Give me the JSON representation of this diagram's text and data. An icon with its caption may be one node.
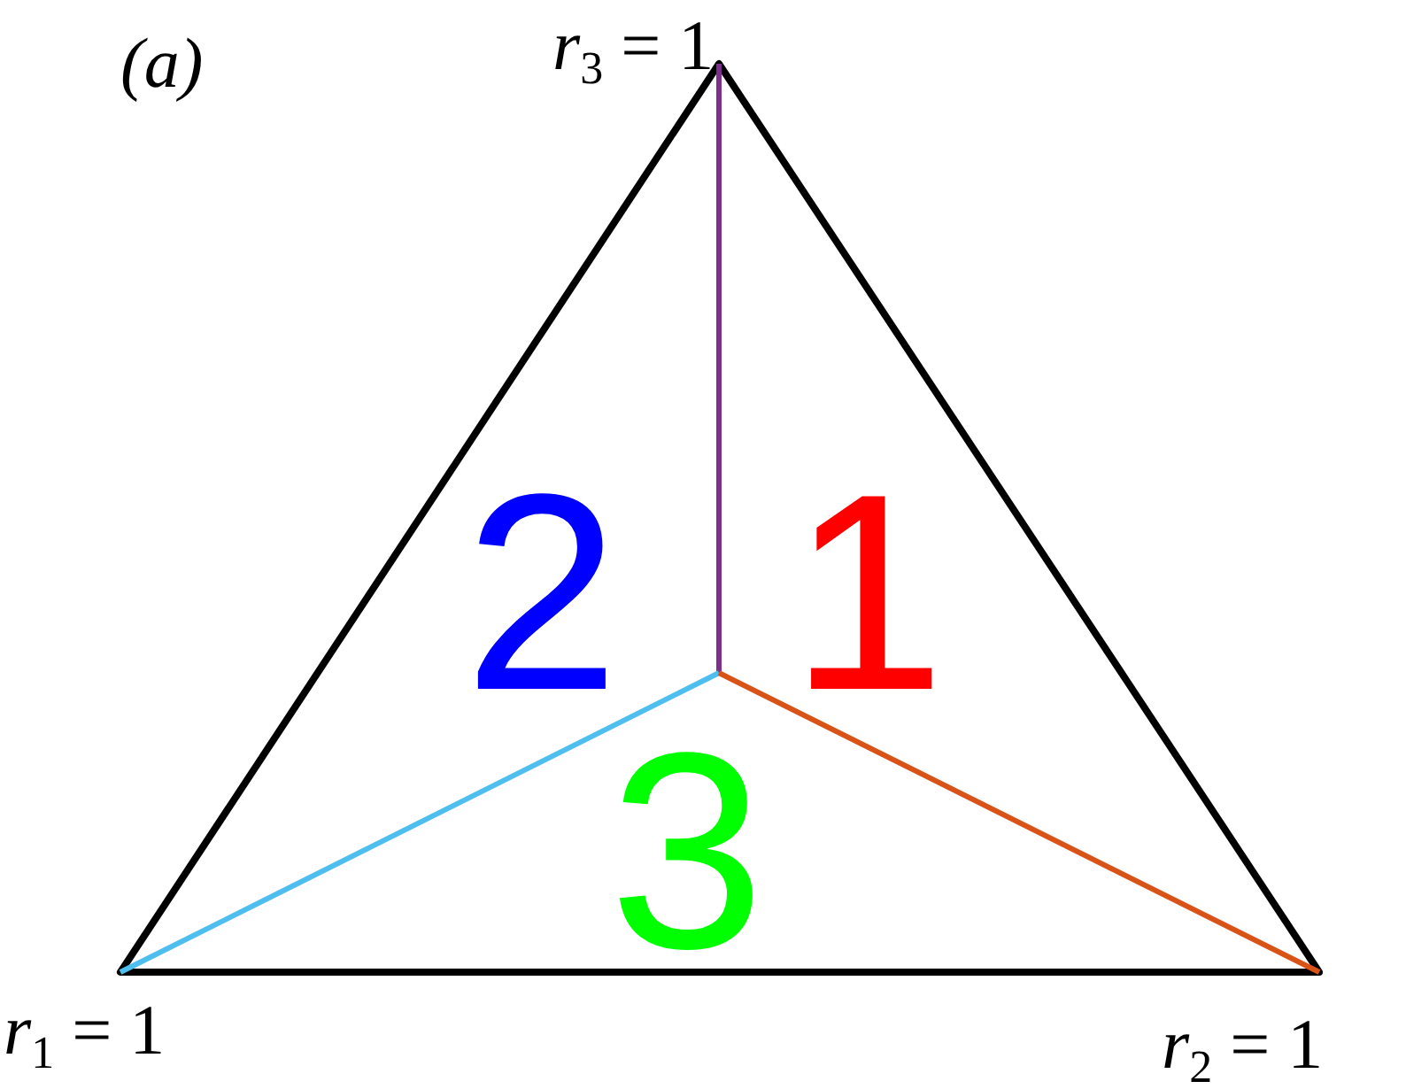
{
  "diagram": {
    "labels": [
      "*(a)*",
      "*r*$_{3}$ = 1",
      "2",
      "1",
      "3",
      "*r*$_{1}$ = 1",
      "*r*$_{2}$ = 1"
    ]
  }
}
